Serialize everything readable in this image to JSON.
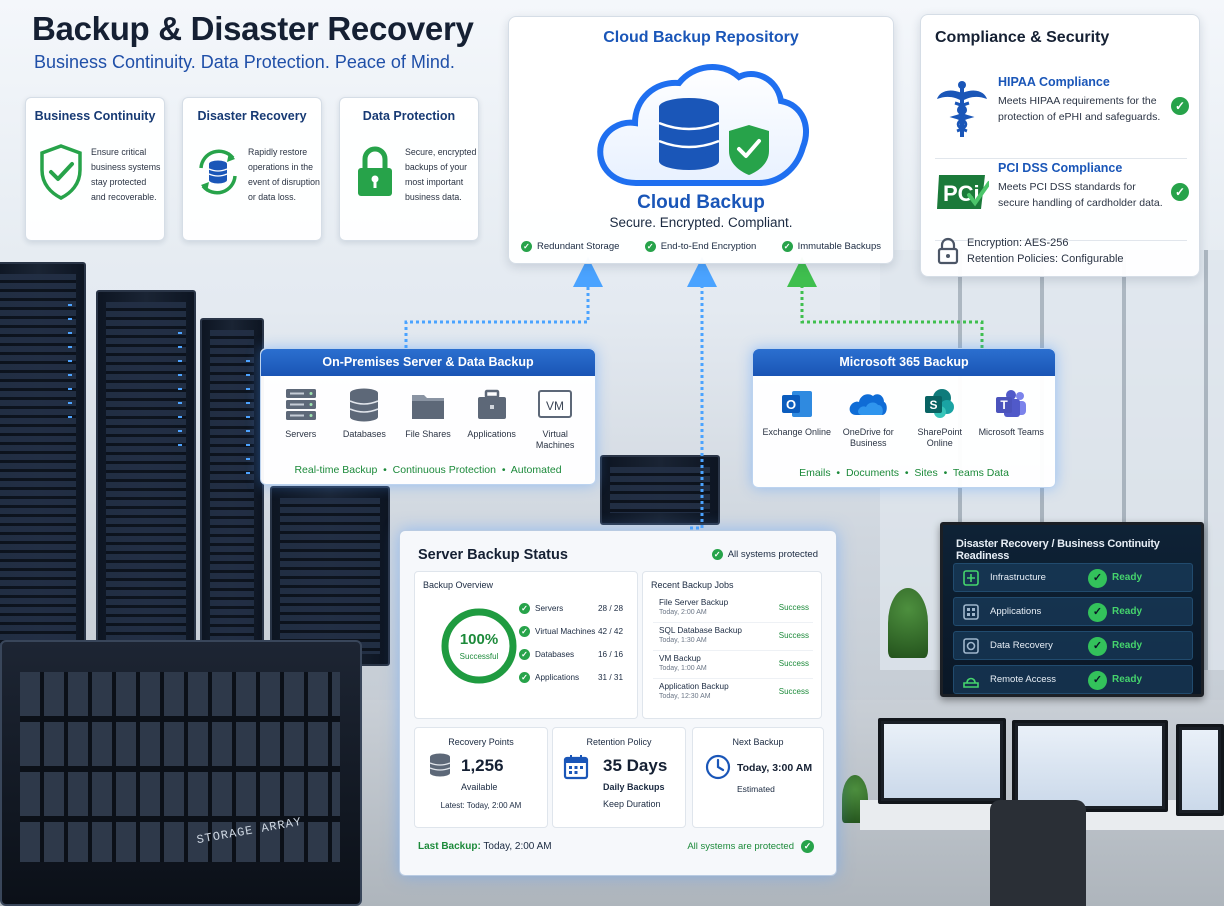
{
  "header": {
    "title": "Backup & Disaster Recovery",
    "subtitle": "Business Continuity. Data Protection. Peace of Mind."
  },
  "feature_cards": [
    {
      "title": "Business Continuity",
      "text": "Ensure critical business systems stay protected and recoverable.",
      "icon": "shield-check-icon"
    },
    {
      "title": "Disaster Recovery",
      "text": "Rapidly restore operations in the event of disruption or data loss.",
      "icon": "database-sync-icon"
    },
    {
      "title": "Data Protection",
      "text": "Secure, encrypted backups of your most important business data.",
      "icon": "padlock-icon"
    }
  ],
  "cloud_repository": {
    "heading": "Cloud Backup Repository",
    "title": "Cloud Backup",
    "tagline": "Secure. Encrypted. Compliant.",
    "features": [
      "Redundant Storage",
      "End-to-End Encryption",
      "Immutable Backups"
    ]
  },
  "compliance": {
    "heading": "Compliance & Security",
    "items": [
      {
        "title": "HIPAA Compliance",
        "text": "Meets HIPAA requirements for the protection of ePHI and safeguards.",
        "icon": "caduceus-icon"
      },
      {
        "title": "PCI DSS Compliance",
        "text": "Meets PCI DSS standards for secure handling of cardholder data.",
        "icon": "pci-logo-icon",
        "logo_text": "PCi"
      }
    ],
    "encryption": "Encryption: AES-256",
    "retention": "Retention Policies: Configurable"
  },
  "onprem": {
    "title": "On-Premises Server & Data Backup",
    "icons": [
      {
        "label": "Servers",
        "icon": "server-icon"
      },
      {
        "label": "Databases",
        "icon": "database-icon"
      },
      {
        "label": "File Shares",
        "icon": "folder-icon"
      },
      {
        "label": "Applications",
        "icon": "briefcase-icon"
      },
      {
        "label": "Virtual Machines",
        "icon": "vm-icon",
        "icon_text": "VM"
      }
    ],
    "tags": [
      "Real-time Backup",
      "Continuous Protection",
      "Automated"
    ]
  },
  "m365": {
    "title": "Microsoft 365 Backup",
    "icons": [
      {
        "label": "Exchange Online",
        "icon": "outlook-icon",
        "letter": "O"
      },
      {
        "label": "OneDrive for Business",
        "icon": "onedrive-icon"
      },
      {
        "label": "SharePoint Online",
        "icon": "sharepoint-icon",
        "letter": "S"
      },
      {
        "label": "Microsoft Teams",
        "icon": "teams-icon",
        "letter": "T"
      }
    ],
    "tags": [
      "Emails",
      "Documents",
      "Sites",
      "Teams Data"
    ]
  },
  "status": {
    "title": "Server Backup Status",
    "all_protected": "All systems protected",
    "overview_title": "Backup Overview",
    "gauge_value": "100%",
    "gauge_label": "Successful",
    "gauge_fraction": 1.0,
    "overview": [
      {
        "name": "Servers",
        "count": "28 / 28"
      },
      {
        "name": "Virtual Machines",
        "count": "42 / 42"
      },
      {
        "name": "Databases",
        "count": "16 / 16"
      },
      {
        "name": "Applications",
        "count": "31 / 31"
      }
    ],
    "jobs_title": "Recent Backup Jobs",
    "jobs": [
      {
        "name": "File Server Backup",
        "time": "Today, 2:00 AM",
        "status": "Success"
      },
      {
        "name": "SQL Database Backup",
        "time": "Today, 1:30 AM",
        "status": "Success"
      },
      {
        "name": "VM Backup",
        "time": "Today, 1:00 AM",
        "status": "Success"
      },
      {
        "name": "Application Backup",
        "time": "Today, 12:30 AM",
        "status": "Success"
      }
    ],
    "recovery": {
      "title": "Recovery Points",
      "value": "1,256",
      "label": "Available",
      "latest": "Latest: Today, 2:00 AM"
    },
    "retention": {
      "title": "Retention Policy",
      "value": "35 Days",
      "label": "Daily Backups",
      "sub": "Keep Duration"
    },
    "next": {
      "title": "Next Backup",
      "value": "Today, 3:00 AM",
      "label": "Estimated"
    },
    "last_label": "Last Backup:",
    "last_value": "Today, 2:00 AM",
    "footer_ok": "All systems are protected"
  },
  "readiness": {
    "title": "Disaster Recovery / Business Continuity Readiness",
    "rows": [
      {
        "name": "Infrastructure",
        "status": "Ready",
        "icon": "infrastructure-icon"
      },
      {
        "name": "Applications",
        "status": "Ready",
        "icon": "applications-icon"
      },
      {
        "name": "Data Recovery",
        "status": "Ready",
        "icon": "data-recovery-icon"
      },
      {
        "name": "Remote Access",
        "status": "Ready",
        "icon": "remote-access-icon"
      }
    ]
  },
  "scene": {
    "storage_label": "STORAGE ARRAY"
  },
  "colors": {
    "brand_blue": "#1a56b8",
    "success_green": "#27a34a",
    "navy": "#152033"
  }
}
